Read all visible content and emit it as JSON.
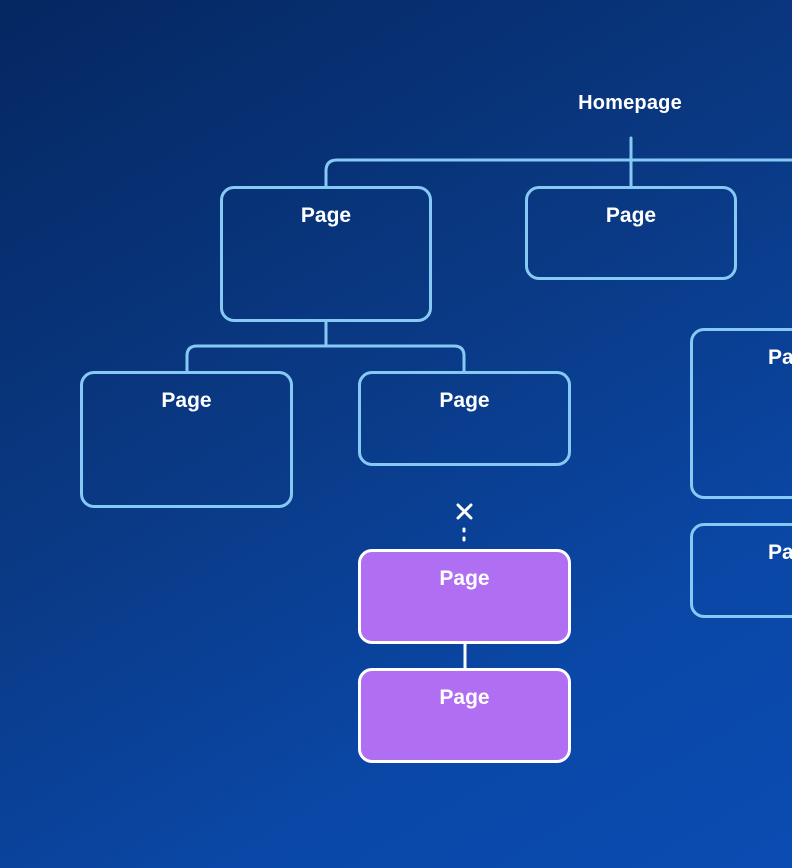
{
  "diagram": {
    "root": {
      "label": "Homepage"
    },
    "level1": [
      {
        "label": "Page"
      },
      {
        "label": "Page"
      }
    ],
    "level2": [
      {
        "label": "Page"
      },
      {
        "label": "Page"
      }
    ],
    "right_column": [
      {
        "label": "Page"
      },
      {
        "label": "Page"
      }
    ],
    "highlighted": [
      {
        "label": "Page"
      },
      {
        "label": "Page"
      }
    ],
    "colors": {
      "background_start": "#052761",
      "background_end": "#0a4cb2",
      "outline": "#86c9f5",
      "highlight_fill": "#b06ff2",
      "highlight_border": "#ffffff",
      "text": "#ffffff"
    }
  }
}
